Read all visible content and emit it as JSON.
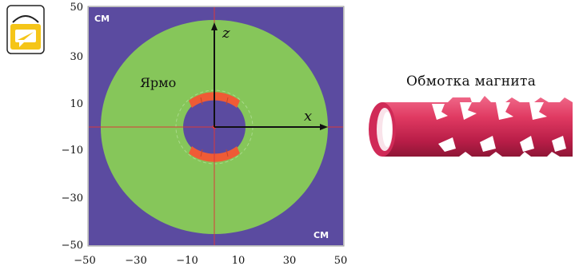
{
  "app": {
    "note_icon": "sticky-note-icon"
  },
  "figure": {
    "x_ticks": [
      "−50",
      "−30",
      "−10",
      "10",
      "30",
      "50"
    ],
    "y_ticks": [
      "50",
      "30",
      "10",
      "−10",
      "−30",
      "−50"
    ],
    "unit_label_top": "CM",
    "unit_label_bottom": "CM",
    "axis_x_label": "x",
    "axis_z_label": "z",
    "yoke_label": "Ярмо",
    "xlim": [
      -50,
      50
    ],
    "ylim": [
      -50,
      50
    ],
    "outer_radius": 45,
    "inner_radius": 12,
    "coil_arc_radius": 15,
    "colors": {
      "background": "#5b4ba0",
      "yoke": "#86c65a",
      "coil": "#ef5b35",
      "crosshair": "#d93a3a",
      "frame": "#9a9a9a"
    }
  },
  "coil": {
    "title": "Обмотка магнита",
    "color": "#d42a55",
    "icon": "magnet-coil-illustration"
  }
}
